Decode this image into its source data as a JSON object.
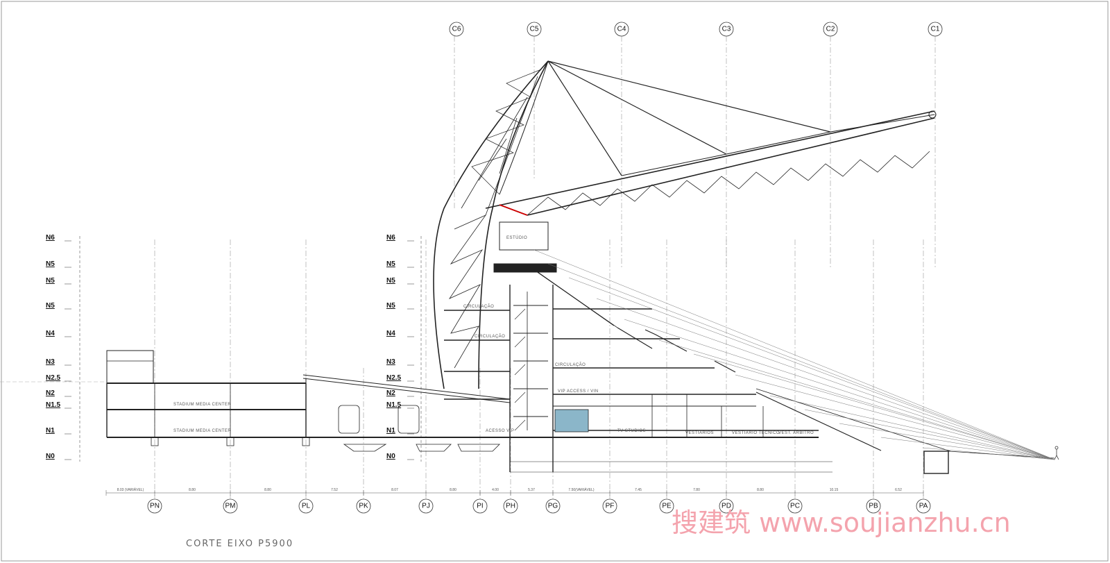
{
  "drawing": {
    "title": "CORTE EIXO P5900",
    "watermark": "搜建筑 www.soujianzhu.cn"
  },
  "top_axes": [
    {
      "label": "C6"
    },
    {
      "label": "C5"
    },
    {
      "label": "C4"
    },
    {
      "label": "C3"
    },
    {
      "label": "C2"
    },
    {
      "label": "C1"
    }
  ],
  "bottom_axes": [
    {
      "label": "PN"
    },
    {
      "label": "PM"
    },
    {
      "label": "PL"
    },
    {
      "label": "PK"
    },
    {
      "label": "PJ"
    },
    {
      "label": "PI"
    },
    {
      "label": "PH"
    },
    {
      "label": "PG"
    },
    {
      "label": "PF"
    },
    {
      "label": "PE"
    },
    {
      "label": "PD"
    },
    {
      "label": "PC"
    },
    {
      "label": "PB"
    },
    {
      "label": "PA"
    }
  ],
  "levels": [
    "N6",
    "N5",
    "N5",
    "N5",
    "N4",
    "N3",
    "N2.5",
    "N2",
    "N1.5",
    "N1",
    "N0"
  ],
  "dimensions": [
    "8.03 (VARIÁVEL)",
    "8.80",
    "8.80",
    "7.52",
    "8.07",
    "8.80",
    "4.00",
    "5.37",
    "7.50(VARIÁVEL)",
    "7.45",
    "7.80",
    "8.80",
    "10.15",
    "6.52"
  ],
  "rooms": {
    "media_center_upper": "STADIUM MEDIA CENTER",
    "media_center_lower": "STADIUM MEDIA CENTER",
    "circulacao_1": "CIRCULAÇÃO",
    "circulacao_2": "CIRCULAÇÃO",
    "circulacao_3": "CIRCULAÇÃO",
    "vip_acces": "VIP ACCESS / VIN",
    "acesso_vip": "ACESSO VIP",
    "tv_studios": "TV STUDIOS",
    "vestiarios": "VESTIÁRIOS",
    "vestiario_tecnico": "VESTIÁRIO TÉCNICO",
    "vestiario_arbitro": "VEST. ARBITRO",
    "estudio": "ESTÚDIO"
  }
}
